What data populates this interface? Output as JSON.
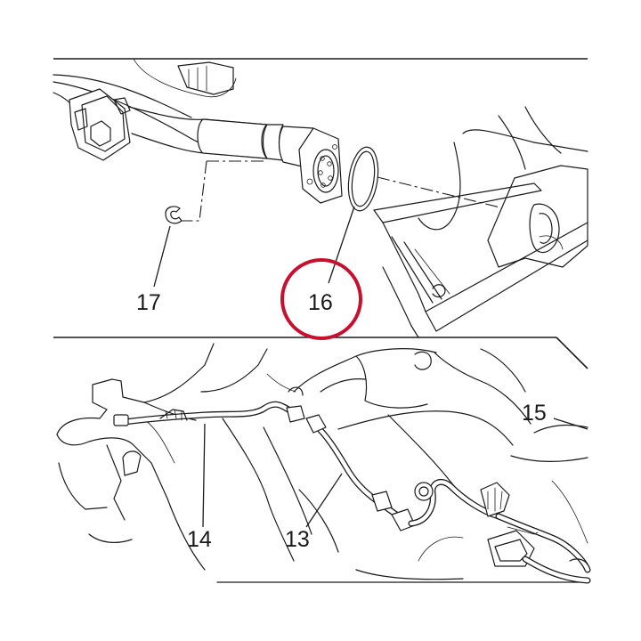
{
  "callouts": {
    "c13": "13",
    "c14": "14",
    "c15": "15",
    "c16": "16",
    "c17": "17"
  },
  "highlight": {
    "target": "16",
    "color": "#c8102e"
  }
}
